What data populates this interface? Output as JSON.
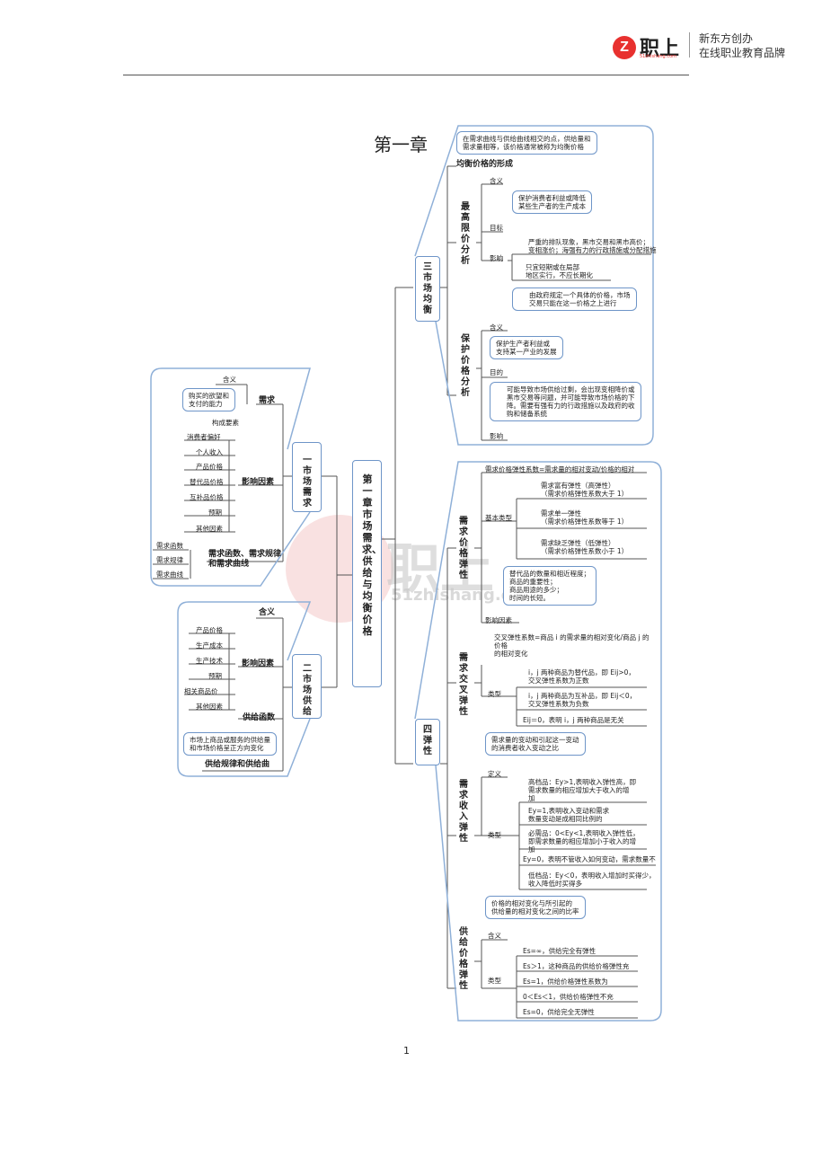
{
  "header": {
    "logo_mark": "Z",
    "logo_text": "职上",
    "logo_url": "51zhishang.com",
    "brand_line1": "新东方创办",
    "brand_line2": "在线职业教育品牌"
  },
  "chapter_heading": "第一章",
  "center_node": "第一章 市场需求、供给与均衡价格",
  "watermark": {
    "text": "职上",
    "url": "51zhishang.co"
  },
  "page_number": "1",
  "demand": {
    "label": "一市场需求",
    "xuqiu": "需求",
    "hanyi": "含义",
    "callout": "购买的欲望和\n支付的能力",
    "goucheng": "构成要素",
    "yingxiang": "影响因素",
    "factors": [
      "消费者偏好",
      "个人收入",
      "产品价格",
      "替代品价格",
      "互补品价格",
      "预期",
      "其他因素"
    ],
    "func_title": "需求函数、需求规律\n和需求曲线",
    "funcs": [
      "需求函数",
      "需求规律",
      "需求曲线"
    ]
  },
  "supply": {
    "label": "二市场供给",
    "hanyi": "含义",
    "yingxiang": "影响因素",
    "factors": [
      "产品价格",
      "生产成本",
      "生产技术",
      "预期",
      "相关商品价",
      "其他因素"
    ],
    "func": "供给函数",
    "callout": "市场上商品或服务的供给量\n和市场价格呈正方向变化",
    "law": "供给规律和供给曲"
  },
  "equilibrium": {
    "label": "三市场均衡",
    "top_callout": "在需求曲线与供给曲线相交的点，供给量和\n需求量相等，该价格通常被称为均衡价格",
    "formation": "均衡价格的形成",
    "max_price": "最高限价分析",
    "max_hanyi": "含义",
    "max_goal_callout": "保护消费者利益或降低\n某些生产者的生产成本",
    "max_goal": "目标",
    "max_effect": "影响",
    "max_effect1": "严重的排队现象，黑市交易和黑市高价；\n变相涨价；海强有力的行政措施或分配措施",
    "max_effect2": "只宜短期或在局部\n地区实行，不应长期化",
    "min_callout": "由政府规定一个具体的价格，市场\n交易只能在这一价格之上进行",
    "min_price": "保护价格分析",
    "min_hanyi": "含义",
    "min_goal_callout": "保护生产者利益或\n支持某一产业的发展",
    "min_goal": "目的",
    "min_effect_callout": "可能导致市场供给过剩，会出现变相降价或\n黑市交易等问题，并可能导致市场价格的下\n降。需要有强有力的行政措施以及政府的收\n购和储备系统",
    "min_effect": "影响"
  },
  "elasticity": {
    "label": "四弹性",
    "demand_price": "需求价格弹性",
    "dp_formula": "需求价格弹性系数=需求量的相对变动/价格的相对",
    "dp_basic": "基本类型",
    "dp_types": [
      "需求富有弹性（高弹性）\n（需求价格弹性系数大于 1）",
      "需求单一弹性\n（需求价格弹性系数等于 1）",
      "需求缺乏弹性（低弹性）\n（需求价格弹性系数小于 1）"
    ],
    "dp_factor_callout": "替代品的数量和相近程度；\n商品的重要性；\n商品用途的多少；\n时间的长短。",
    "dp_factor": "影响因素",
    "cross": "需求交叉弹性",
    "cross_formula": "交叉弹性系数=商品 i 的需求量的相对变化/商品 j 的\n价格\n的相对变化",
    "cross_type": "类型",
    "cross_types": [
      "i，j 两种商品为替代品，即 Eij>0，\n交叉弹性系数为正数",
      "i，j 两种商品为互补品，即 Eij＜0，\n交叉弹性系数为负数",
      "Eij＝0，表明 i，j 两种商品是无关"
    ],
    "income_callout": "需求量的变动和引起这一变动\n的消费者收入变动之比",
    "income": "需求收入弹性",
    "income_def": "定义",
    "income_type": "类型",
    "income_types": [
      "高档品：Ey>1,表明收入弹性高，即\n需求数量的相应增加大于收入的增\n加",
      "Ey=1,表明收入变动和需求\n数量变动是成相同比例的",
      "必需品：0<Ey<1,表明收入弹性低，\n即需求数量的相应增加小于收入的增\n加",
      "Ey=0，表明不管收入如何变动，需求数量不",
      "低档品：Ey＜0，表明收入增加时买得少，\n收入降低时买得多"
    ],
    "supply_callout": "价格的相对变化与所引起的\n供给量的相对变化之间的比率",
    "supply_price": "供给价格弹性",
    "sp_hanyi": "含义",
    "sp_type": "类型",
    "sp_types": [
      "Es=∞，供给完全有弹性",
      "Es＞1，这种商品的供给价格弹性充",
      "Es=1，供给价格弹性系数为",
      "0＜Es＜1，供给价格弹性不充",
      "Es=0，供给完全无弹性"
    ]
  }
}
